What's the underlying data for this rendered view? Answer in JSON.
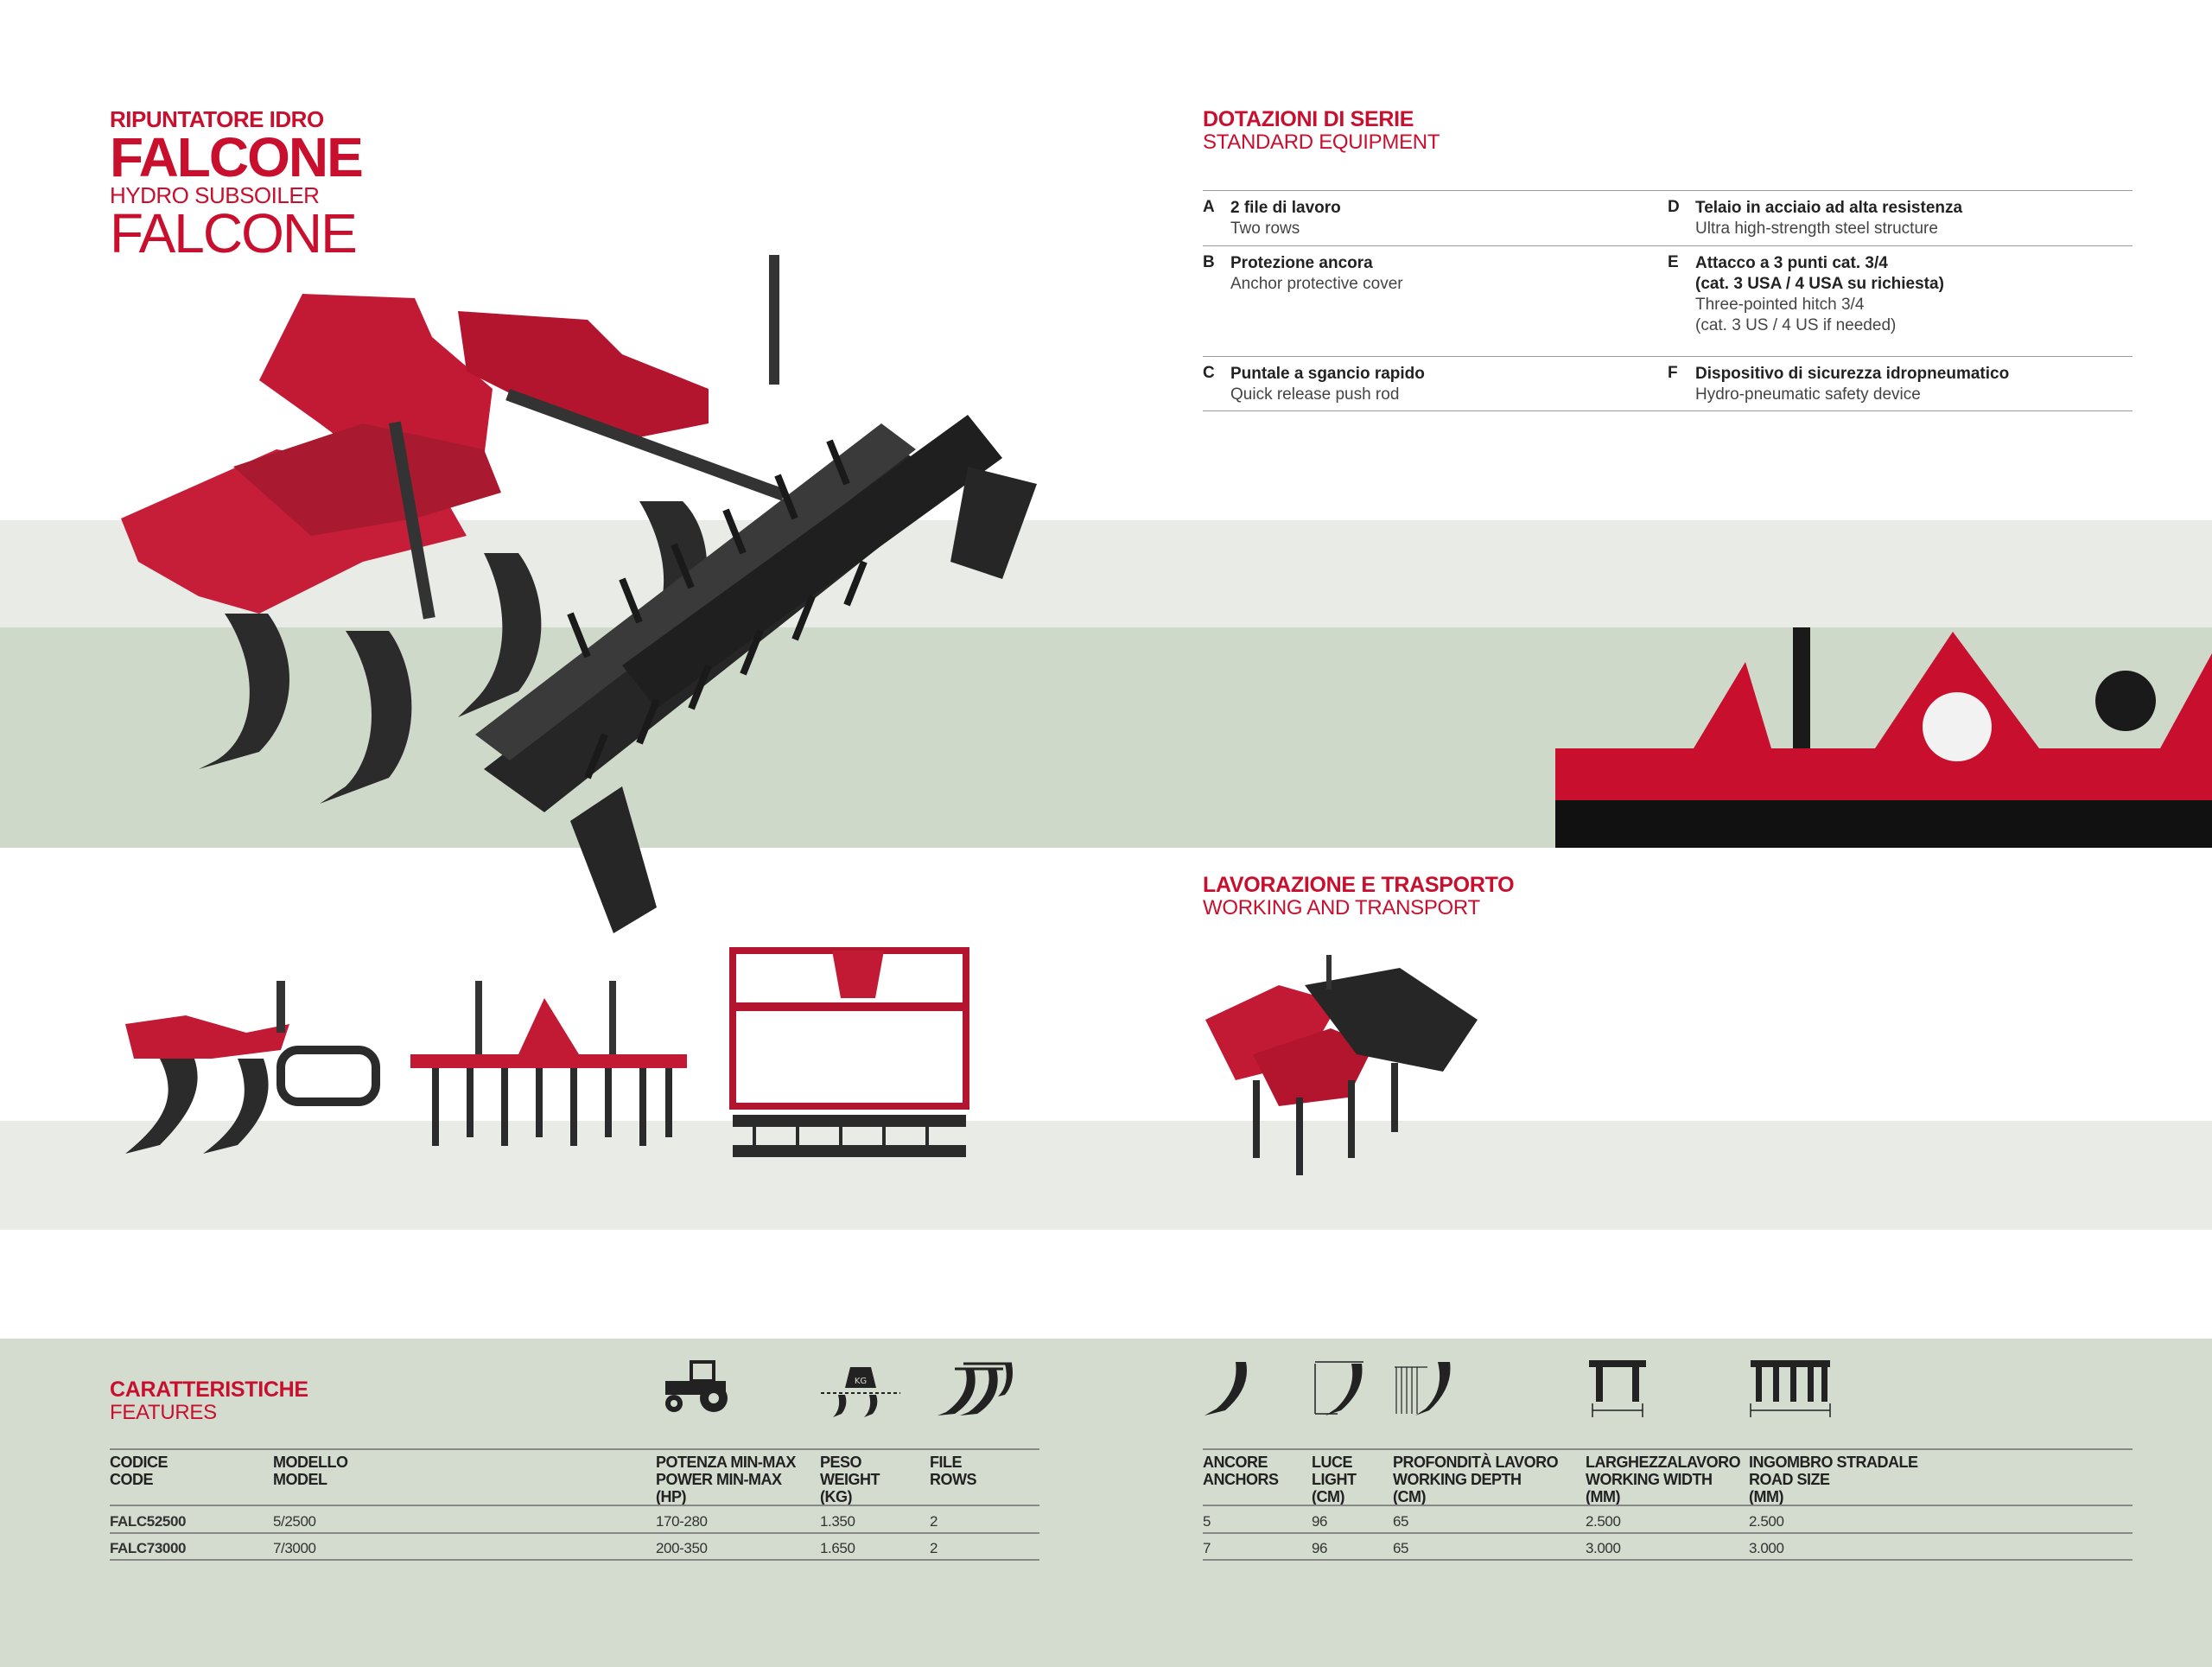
{
  "title": {
    "line1_it": "RIPUNTATORE IDRO",
    "line2_it": "FALCONE",
    "line1_en": "HYDRO SUBSOILER",
    "line2_en": "FALCONE"
  },
  "standard_equipment": {
    "title_it": "DOTAZIONI DI SERIE",
    "title_en": "STANDARD EQUIPMENT",
    "items": [
      {
        "letter": "A",
        "it": "2 file di lavoro",
        "en": "Two rows"
      },
      {
        "letter": "D",
        "it": "Telaio in acciaio ad alta resistenza",
        "en": "Ultra high-strength steel structure"
      },
      {
        "letter": "B",
        "it": "Protezione ancora",
        "en": "Anchor protective cover"
      },
      {
        "letter": "E",
        "it_1": "Attacco a 3 punti cat. 3/4",
        "it_2": "(cat. 3 USA / 4 USA su richiesta)",
        "en_1": "Three-pointed hitch 3/4",
        "en_2": "(cat. 3 US / 4 US if needed)"
      },
      {
        "letter": "C",
        "it": "Puntale a sgancio rapido",
        "en": "Quick release push rod"
      },
      {
        "letter": "F",
        "it": "Dispositivo di sicurezza idropneumatico",
        "en": "Hydro-pneumatic safety device"
      }
    ]
  },
  "working_transport": {
    "title_it": "LAVORAZIONE E TRASPORTO",
    "title_en": "WORKING AND TRANSPORT"
  },
  "features": {
    "title_it": "CARATTERISTICHE",
    "title_en": "FEATURES",
    "icons": [
      "tractor-icon",
      "weight-icon",
      "rows-icon",
      "anchor-icon",
      "light-icon",
      "depth-icon",
      "width-icon",
      "road-size-icon"
    ],
    "headers_left": [
      {
        "it": "CODICE",
        "en": "CODE",
        "unit": ""
      },
      {
        "it": "MODELLO",
        "en": "MODEL",
        "unit": ""
      },
      {
        "it": "POTENZA MIN-MAX",
        "en": "POWER MIN-MAX",
        "unit": "(HP)"
      },
      {
        "it": "PESO",
        "en": "WEIGHT",
        "unit": "(KG)"
      },
      {
        "it": "FILE",
        "en": "ROWS",
        "unit": ""
      }
    ],
    "headers_right": [
      {
        "it": "ANCORE",
        "en": "ANCHORS",
        "unit": ""
      },
      {
        "it": "LUCE",
        "en": "LIGHT",
        "unit": "(CM)"
      },
      {
        "it": "PROFONDITÀ LAVORO",
        "en": "WORKING DEPTH",
        "unit": "(CM)"
      },
      {
        "it": "LARGHEZZALAVORO",
        "en": "WORKING WIDTH",
        "unit": "(MM)"
      },
      {
        "it": "INGOMBRO STRADALE",
        "en": "ROAD SIZE",
        "unit": "(MM)"
      }
    ],
    "rows": [
      {
        "code": "FALC52500",
        "model": "5/2500",
        "power": "170-280",
        "weight": "1.350",
        "rows": "2",
        "anchors": "5",
        "light": "96",
        "depth": "65",
        "width": "2.500",
        "road": "2.500"
      },
      {
        "code": "FALC73000",
        "model": "7/3000",
        "power": "200-350",
        "weight": "1.650",
        "rows": "2",
        "anchors": "7",
        "light": "96",
        "depth": "65",
        "width": "3.000",
        "road": "3.000"
      }
    ]
  },
  "colors": {
    "brand_red": "#c8102e",
    "band_light": "#e9ece6",
    "band_mid": "#cfd9ca",
    "band_features": "#d4dccf"
  }
}
